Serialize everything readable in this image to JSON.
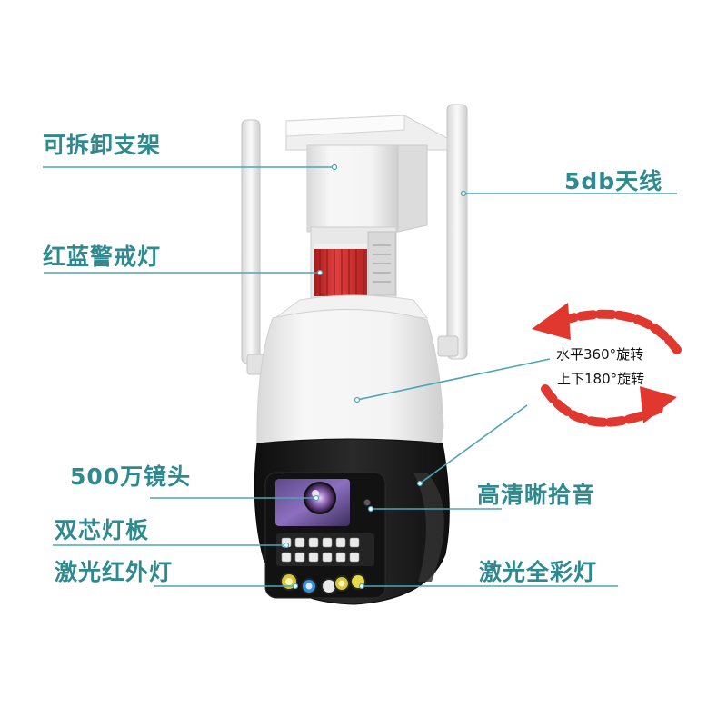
{
  "labels": {
    "bracket": "可拆卸支架",
    "antenna": "5db天线",
    "warning_light": "红蓝警戒灯",
    "lens": "500万镜头",
    "mic": "高清晰拾音",
    "light_board": "双芯灯板",
    "ir_light": "激光红外灯",
    "color_light": "激光全彩灯",
    "rotate_horizontal": "水平360°旋转",
    "rotate_vertical": "上下180°旋转"
  },
  "colors": {
    "label": "#2e8a8e",
    "leader_line": "#4aa6b6",
    "arrow": "#e0372f",
    "warning_light": "#d42e2e",
    "housing_white": "#f4f4f4",
    "housing_dark": "#1b1b1b"
  }
}
